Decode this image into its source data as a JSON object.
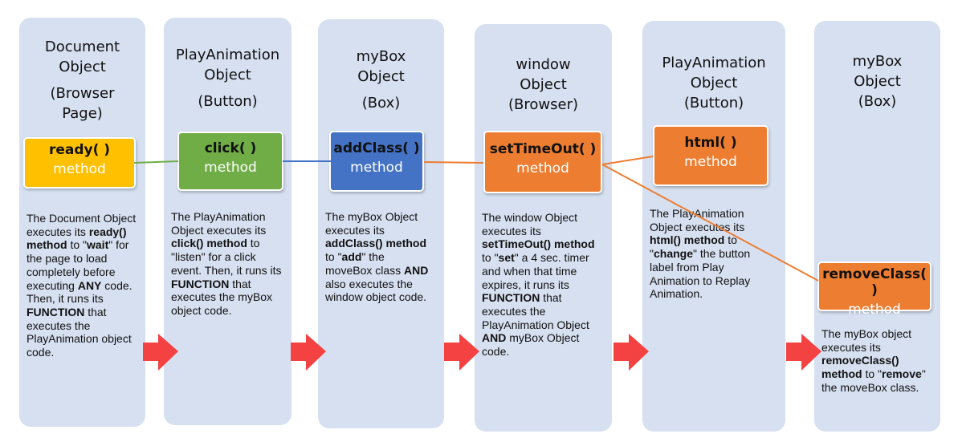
{
  "columns": [
    {
      "title_lines": [
        "Document",
        "Object"
      ],
      "subtitle_lines": [
        "(Browser",
        "Page)"
      ],
      "method": {
        "name": "ready( )",
        "word": "method",
        "color": "#ffc000",
        "text_color": "#111111"
      },
      "description": [
        {
          "t": "The Document Object executes its "
        },
        {
          "t": "ready() method",
          "b": true
        },
        {
          "t": " to \""
        },
        {
          "t": "wait",
          "b": true
        },
        {
          "t": "\" for the page to load completely before executing "
        },
        {
          "t": "ANY",
          "b": true
        },
        {
          "t": " code. Then, it runs its "
        },
        {
          "t": "FUNCTION",
          "b": true
        },
        {
          "t": " that executes the PlayAnimation object code."
        }
      ]
    },
    {
      "title_lines": [
        "PlayAnimation",
        "Object"
      ],
      "subtitle_lines": [
        "(Button)"
      ],
      "method": {
        "name": "click( )",
        "word": "method",
        "color": "#70ad47",
        "text_color": "#111111"
      },
      "description": [
        {
          "t": "The PlayAnimation Object executes its "
        },
        {
          "t": "click() method",
          "b": true
        },
        {
          "t": " to \"listen\" for a click event. Then, it runs its "
        },
        {
          "t": "FUNCTION",
          "b": true
        },
        {
          "t": " that executes the myBox object code."
        }
      ]
    },
    {
      "title_lines": [
        "myBox",
        "Object"
      ],
      "subtitle_lines": [
        "(Box)"
      ],
      "method": {
        "name": "addClass( )",
        "word": "method",
        "color": "#4472c4",
        "text_color": "#111111"
      },
      "description": [
        {
          "t": "The myBox Object executes its "
        },
        {
          "t": "addClass() method",
          "b": true
        },
        {
          "t": " to \""
        },
        {
          "t": "add",
          "b": true
        },
        {
          "t": "\" the moveBox class "
        },
        {
          "t": "AND",
          "b": true
        },
        {
          "t": " also executes the window object code."
        }
      ]
    },
    {
      "title_lines": [
        "window",
        "Object",
        "(Browser)"
      ],
      "subtitle_lines": [],
      "method": {
        "name": "setTimeOut( )",
        "word": "method",
        "color": "#ed7d31",
        "text_color": "#111111"
      },
      "description": [
        {
          "t": "The window Object executes its "
        },
        {
          "t": "setTimeOut() method",
          "b": true
        },
        {
          "t": " to \""
        },
        {
          "t": "set",
          "b": true
        },
        {
          "t": "\" a 4 sec. timer and when that time expires, it runs its "
        },
        {
          "t": "FUNCTION",
          "b": true
        },
        {
          "t": " that executes the PlayAnimation Object "
        },
        {
          "t": "AND",
          "b": true
        },
        {
          "t": " myBox Object code."
        }
      ]
    },
    {
      "title_lines": [
        "PlayAnimation",
        "Object",
        "(Button)"
      ],
      "subtitle_lines": [],
      "method": {
        "name": "html( )",
        "word": "method",
        "color": "#ed7d31",
        "text_color": "#111111"
      },
      "description": [
        {
          "t": "The PlayAnimation Object executes its "
        },
        {
          "t": "html() method",
          "b": true
        },
        {
          "t": " to \""
        },
        {
          "t": "change",
          "b": true
        },
        {
          "t": "\" the button label from Play Animation to Replay Animation."
        }
      ]
    },
    {
      "title_lines": [
        "myBox",
        "Object",
        "(Box)"
      ],
      "subtitle_lines": [],
      "method": {
        "name": "removeClass( )",
        "word": "method",
        "color": "#ed7d31",
        "text_color": "#111111"
      },
      "description": [
        {
          "t": "The myBox object executes its "
        },
        {
          "t": "removeClass() method",
          "b": true
        },
        {
          "t": " to \""
        },
        {
          "t": "remove",
          "b": true
        },
        {
          "t": "\" the moveBox class."
        }
      ]
    }
  ],
  "colors": {
    "column_bg": "#d6e0f0",
    "arrow": "#f44242",
    "connector_green": "#70ad47",
    "connector_blue": "#4472c4",
    "connector_orange": "#ed7d31"
  }
}
